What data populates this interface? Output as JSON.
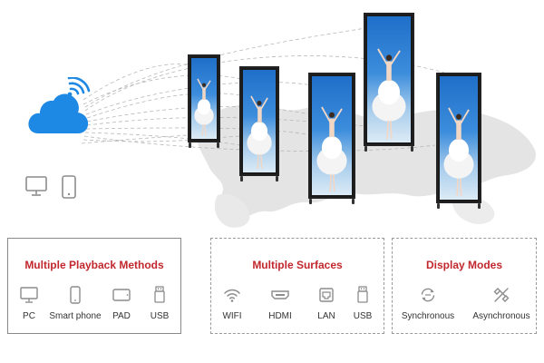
{
  "panels": [
    {
      "title": "Multiple Playback Methods",
      "items": [
        {
          "label": "PC",
          "icon": "monitor-icon"
        },
        {
          "label": "Smart phone",
          "icon": "smartphone-icon"
        },
        {
          "label": "PAD",
          "icon": "tablet-icon"
        },
        {
          "label": "USB",
          "icon": "usb-icon"
        }
      ]
    },
    {
      "title": "Multiple Surfaces",
      "items": [
        {
          "label": "WIFI",
          "icon": "wifi-icon"
        },
        {
          "label": "HDMI",
          "icon": "hdmi-icon"
        },
        {
          "label": "LAN",
          "icon": "lan-icon"
        },
        {
          "label": "USB",
          "icon": "usb-icon"
        }
      ]
    },
    {
      "title": "Display Modes",
      "items": [
        {
          "label": "Synchronous",
          "icon": "sync-icon"
        },
        {
          "label": "Asynchronous",
          "icon": "async-icon"
        }
      ]
    }
  ],
  "colors": {
    "title_red": "#c1272d",
    "cloud_blue": "#1e88e5",
    "icon_grey": "#8c8c8c"
  }
}
